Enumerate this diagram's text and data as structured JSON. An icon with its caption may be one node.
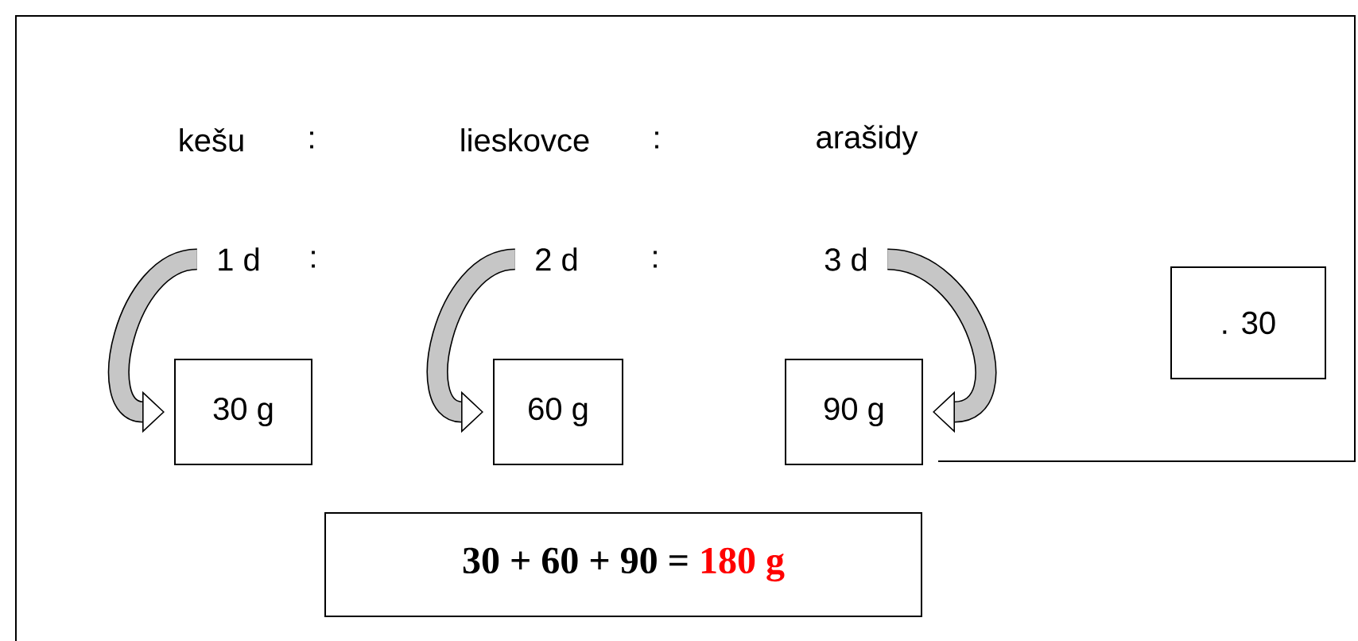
{
  "diagram": {
    "nodes": [
      {
        "text": [
          "1 d"
        ]
      },
      {
        "text": [
          "2 d"
        ]
      },
      {
        "text": [
          "3 d"
        ]
      },
      {
        "text": [
          "30 g"
        ]
      },
      {
        "text": [
          "60 g"
        ]
      },
      {
        "text": [
          "90 g"
        ]
      },
      {
        "text": [
          ". 30"
        ]
      },
      {
        "text": [
          "30 + 60 + 90  =",
          "180 g"
        ]
      }
    ],
    "edges": [
      {
        "from": 0,
        "to": 3,
        "arrow": "to"
      },
      {
        "from": 1,
        "to": 4,
        "arrow": "to"
      },
      {
        "from": 2,
        "to": 5,
        "arrow": "to"
      }
    ],
    "labels": [
      "kešu",
      ":",
      "lieskovce",
      ":",
      "arašidy",
      ":",
      ":"
    ]
  }
}
